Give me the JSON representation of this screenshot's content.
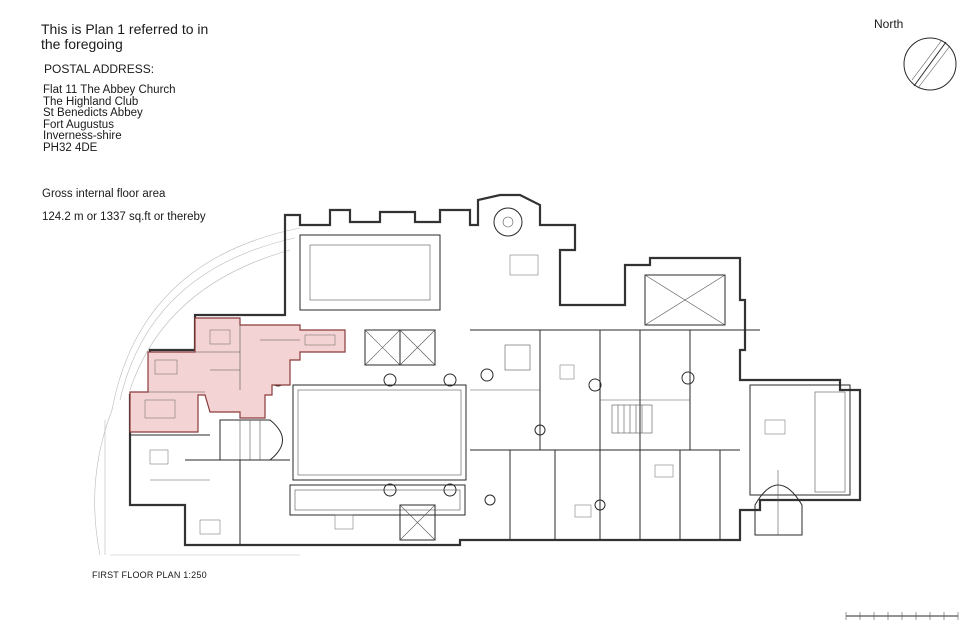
{
  "header": {
    "title_line1": "This is Plan 1 referred to in",
    "title_line2": "the foregoing"
  },
  "postal": {
    "heading": "POSTAL ADDRESS:",
    "lines": [
      "Flat 11 The Abbey Church",
      "The Highland Club",
      "St Benedicts Abbey",
      "Fort Augustus",
      "Inverness-shire",
      "PH32 4DE"
    ]
  },
  "area": {
    "heading": "Gross internal floor area",
    "value": "124.2 m  or  1337 sq.ft or thereby"
  },
  "north": {
    "label": "North"
  },
  "plan": {
    "label": "FIRST FLOOR PLAN 1:250",
    "highlight_color": "#f3d3d3",
    "highlight_stroke": "#8a3a3a"
  }
}
